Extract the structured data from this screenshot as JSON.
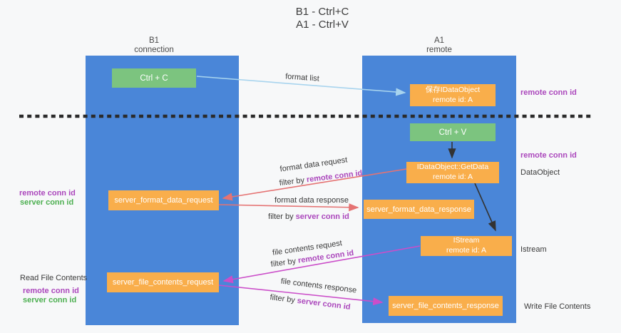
{
  "title": {
    "line1": "B1 - Ctrl+C",
    "line2": "A1 - Ctrl+V"
  },
  "columns": {
    "left": {
      "name": "B1",
      "subtitle": "connection"
    },
    "right": {
      "name": "A1",
      "subtitle": "remote"
    }
  },
  "boxes": {
    "ctrl_c": "Ctrl + C",
    "ctrl_v": "Ctrl + V",
    "save_dataobject_line1": "保存IDataObject",
    "save_dataobject_line2": "remote id: A",
    "getdata_line1": "IDataObject::GetData",
    "getdata_line2": "remote id: A",
    "istream_line1": "IStream",
    "istream_line2": "remote id: A",
    "format_request": "server_format_data_request",
    "format_response": "server_format_data_response",
    "file_request": "server_file_contents_request",
    "file_response": "server_file_contents_response"
  },
  "labels": {
    "remote_conn_id": "remote conn id",
    "server_conn_id": "server conn id",
    "dataobject": "DataObject",
    "istream": "Istream",
    "read_file_contents": "Read File Contents",
    "write_file_contents": "Write File Contents",
    "format_list": "format list",
    "format_data_request": "format data request",
    "format_data_response": "format data response",
    "file_contents_request": "file contents request",
    "file_contents_response": "file contents response",
    "filter_by": "filter by "
  },
  "colors": {
    "column_blue": "#4a86d8",
    "box_green": "#7cc47f",
    "box_orange": "#f9ae4b",
    "arrow_red": "#e57373",
    "arrow_magenta": "#cb4ec9",
    "arrow_light_blue": "#a8d4ee",
    "arrow_black": "#333333",
    "dashed_line": "#2b2b2b",
    "text_purple": "#ab47bc",
    "text_green": "#4caf50"
  }
}
